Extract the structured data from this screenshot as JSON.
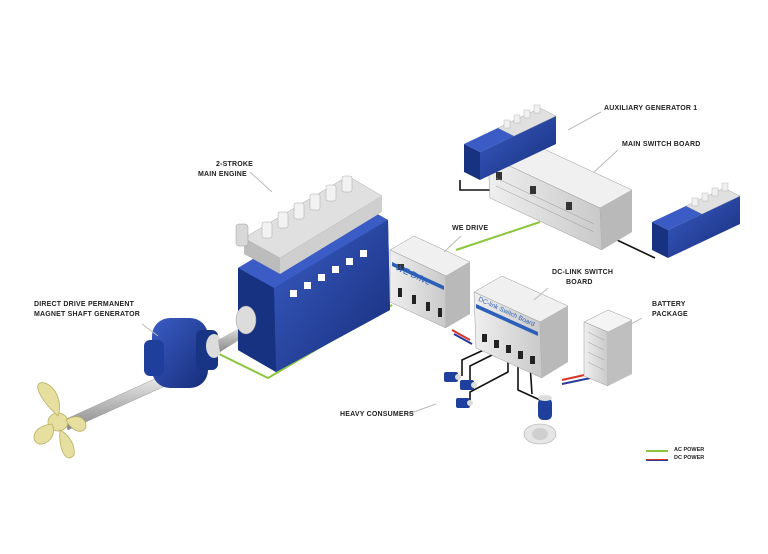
{
  "labels": {
    "aux_gen": "AUXILIARY GENERATOR 1",
    "main_switch": "MAIN SWITCH BOARD",
    "main_engine_1": "2-STROKE",
    "main_engine_2": "MAIN ENGINE",
    "we_drive": "WE DRIVE",
    "dc_link_1": "DC-LINK SWITCH",
    "dc_link_2": "BOARD",
    "shaft_gen_1": "DIRECT DRIVE PERMANENT",
    "shaft_gen_2": "MAGNET SHAFT GENERATOR",
    "battery_1": "BATTERY",
    "battery_2": "PACKAGE",
    "heavy": "HEAVY CONSUMERS"
  },
  "cabinet_text": {
    "we_drive": "WE Drive",
    "dc_link": "DC-link Switch Board"
  },
  "legend": {
    "ac_label": "AC POWER",
    "dc_label": "DC POWER",
    "ac_color": "#8cc63f",
    "dc_color_a": "#d9342b",
    "dc_color_b": "#2b3a9a"
  },
  "colors": {
    "machine_blue": "#1f3f9c",
    "cabinet_grey": "#d9d9d9",
    "propeller": "#e6dfa0"
  }
}
